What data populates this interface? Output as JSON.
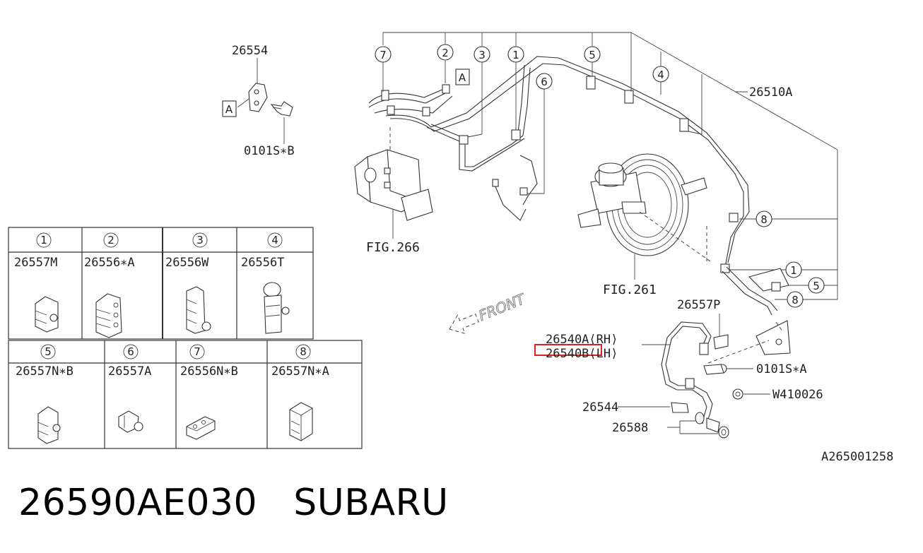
{
  "callouts": {
    "c26554": "26554",
    "c0101SB": "0101S∗B",
    "fig266": "FIG.266",
    "fig261": "FIG.261",
    "c26510A": "26510A",
    "c26557P": "26557P",
    "c26540A": "26540A⟨RH⟩",
    "c26540B": "26540B⟨LH⟩",
    "c0101SA": "0101S∗A",
    "cW410026": "W410026",
    "c26544": "26544",
    "c26588": "26588",
    "ref": "A265001258",
    "front": "FRONT",
    "markerA1": "A",
    "markerA2": "A"
  },
  "bubbles": [
    "1",
    "2",
    "3",
    "4",
    "5",
    "6",
    "7",
    "8"
  ],
  "legend": {
    "row1": [
      {
        "num": "1",
        "part": "26557M"
      },
      {
        "num": "2",
        "part": "26556∗A"
      },
      {
        "num": "3",
        "part": "26556W"
      },
      {
        "num": "4",
        "part": "26556T"
      }
    ],
    "row2": [
      {
        "num": "5",
        "part": "26557N∗B"
      },
      {
        "num": "6",
        "part": "26557A"
      },
      {
        "num": "7",
        "part": "26556N∗B"
      },
      {
        "num": "8",
        "part": "26557N∗A"
      }
    ]
  },
  "footer": {
    "part_number": "26590AE030",
    "brand": "SUBARU"
  },
  "colors": {
    "highlight": "#e02020",
    "line": "#333333"
  }
}
